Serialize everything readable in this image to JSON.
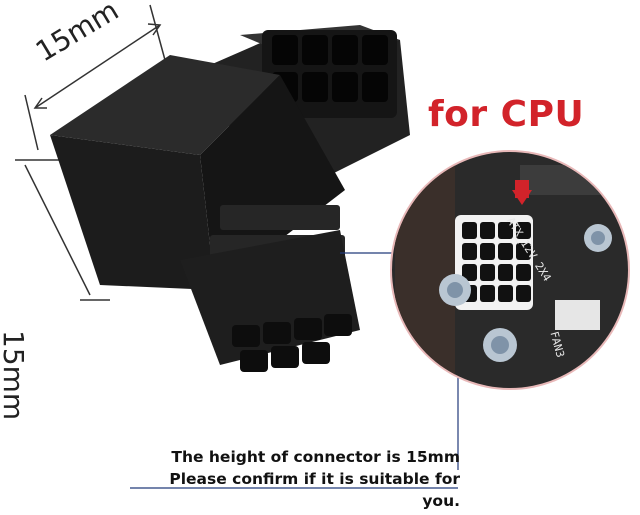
{
  "headline": "for CPU",
  "dimensions": {
    "top": "15mm",
    "side": "15mm"
  },
  "board_labels": {
    "socket": "ATX_12V_2X4",
    "fan": "FAN3"
  },
  "caption": {
    "line1": "The height of connector is 15mm",
    "line2": "Please confirm if it is suitable for you."
  },
  "colors": {
    "accent": "#d2232a",
    "connector": "#1a1a1a",
    "board": "#2a2a2a"
  }
}
